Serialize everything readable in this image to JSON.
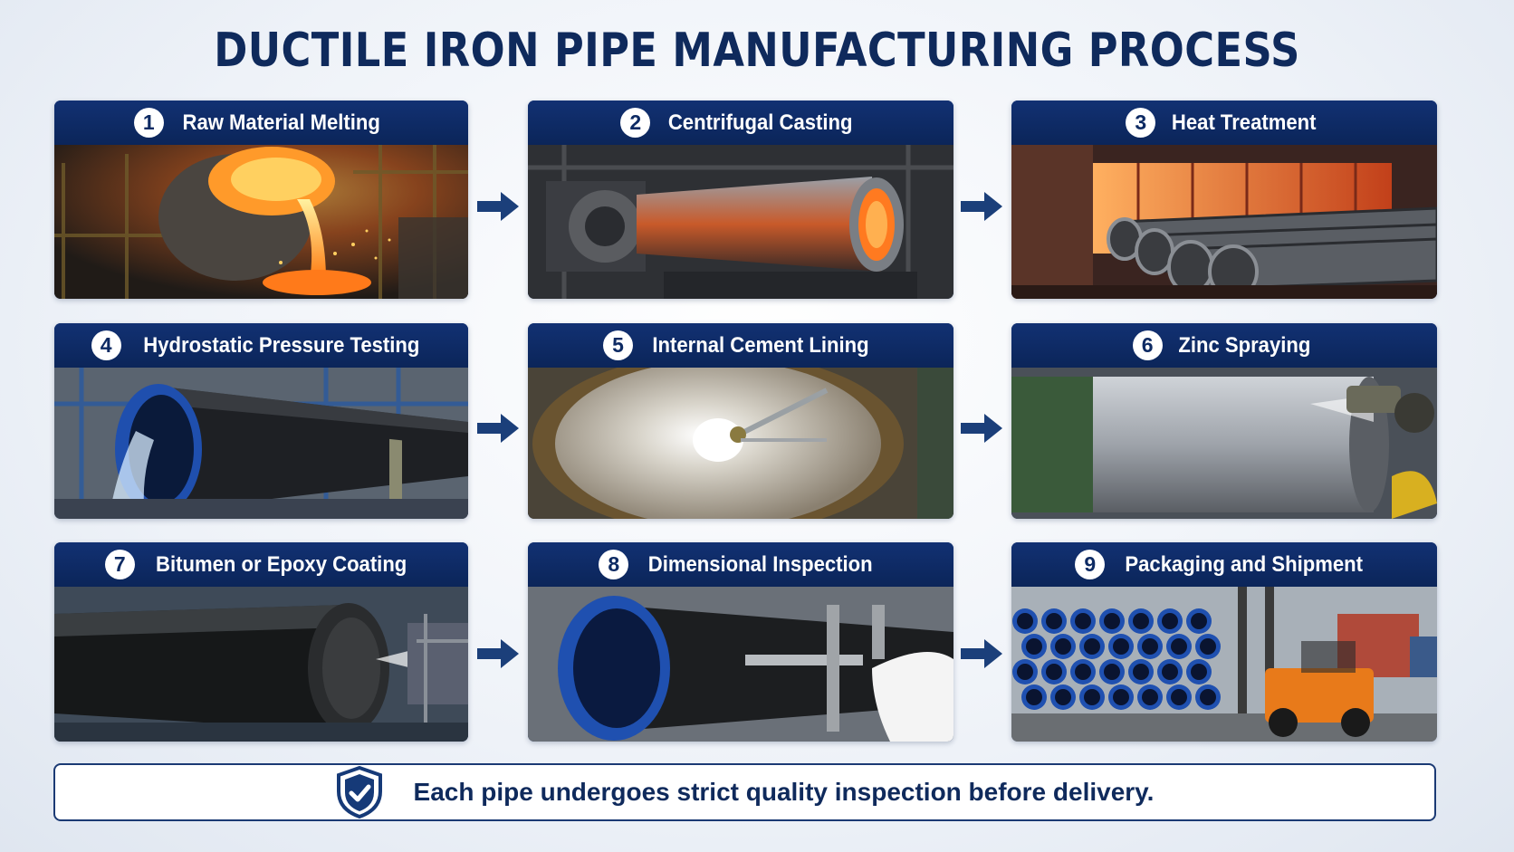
{
  "title": "DUCTILE IRON PIPE MANUFACTURING PROCESS",
  "steps": [
    {
      "number": "1",
      "label": "Raw Material Melting"
    },
    {
      "number": "2",
      "label": "Centrifugal Casting"
    },
    {
      "number": "3",
      "label": "Heat Treatment"
    },
    {
      "number": "4",
      "label": "Hydrostatic Pressure Testing"
    },
    {
      "number": "5",
      "label": "Internal Cement Lining"
    },
    {
      "number": "6",
      "label": "Zinc Spraying"
    },
    {
      "number": "7",
      "label": "Bitumen or Epoxy Coating"
    },
    {
      "number": "8",
      "label": "Dimensional Inspection"
    },
    {
      "number": "9",
      "label": "Packaging and Shipment"
    }
  ],
  "footer": {
    "text": "Each pipe undergoes strict quality inspection before delivery."
  },
  "colors": {
    "navy": "#0d2a63",
    "arrow": "#1b3f7a",
    "molten": "#ff8a1a"
  },
  "icons": {
    "footer": "shield-check-icon",
    "connector": "arrow-right-icon"
  }
}
